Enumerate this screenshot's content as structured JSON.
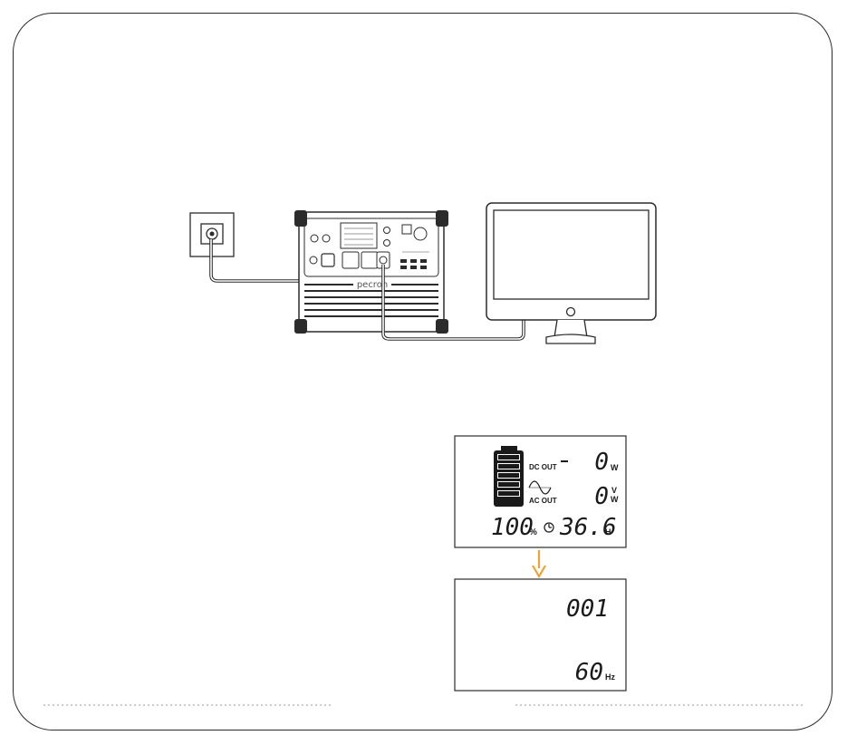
{
  "device": {
    "brand": "pecron"
  },
  "lcd_main": {
    "dc_out_label": "DC OUT",
    "ac_out_label": "AC OUT",
    "dc_value": "0",
    "dc_unit": "W",
    "ac_value": "0",
    "ac_unit_v": "V",
    "ac_unit_w": "W",
    "battery_percent": "100",
    "percent_sign": "%",
    "hours_value": "36.6",
    "hours_unit": "H"
  },
  "lcd_settings": {
    "code": "001",
    "frequency": "60",
    "frequency_unit": "Hz"
  },
  "colors": {
    "arrow": "#f0a233",
    "line": "#2b2b2b"
  }
}
